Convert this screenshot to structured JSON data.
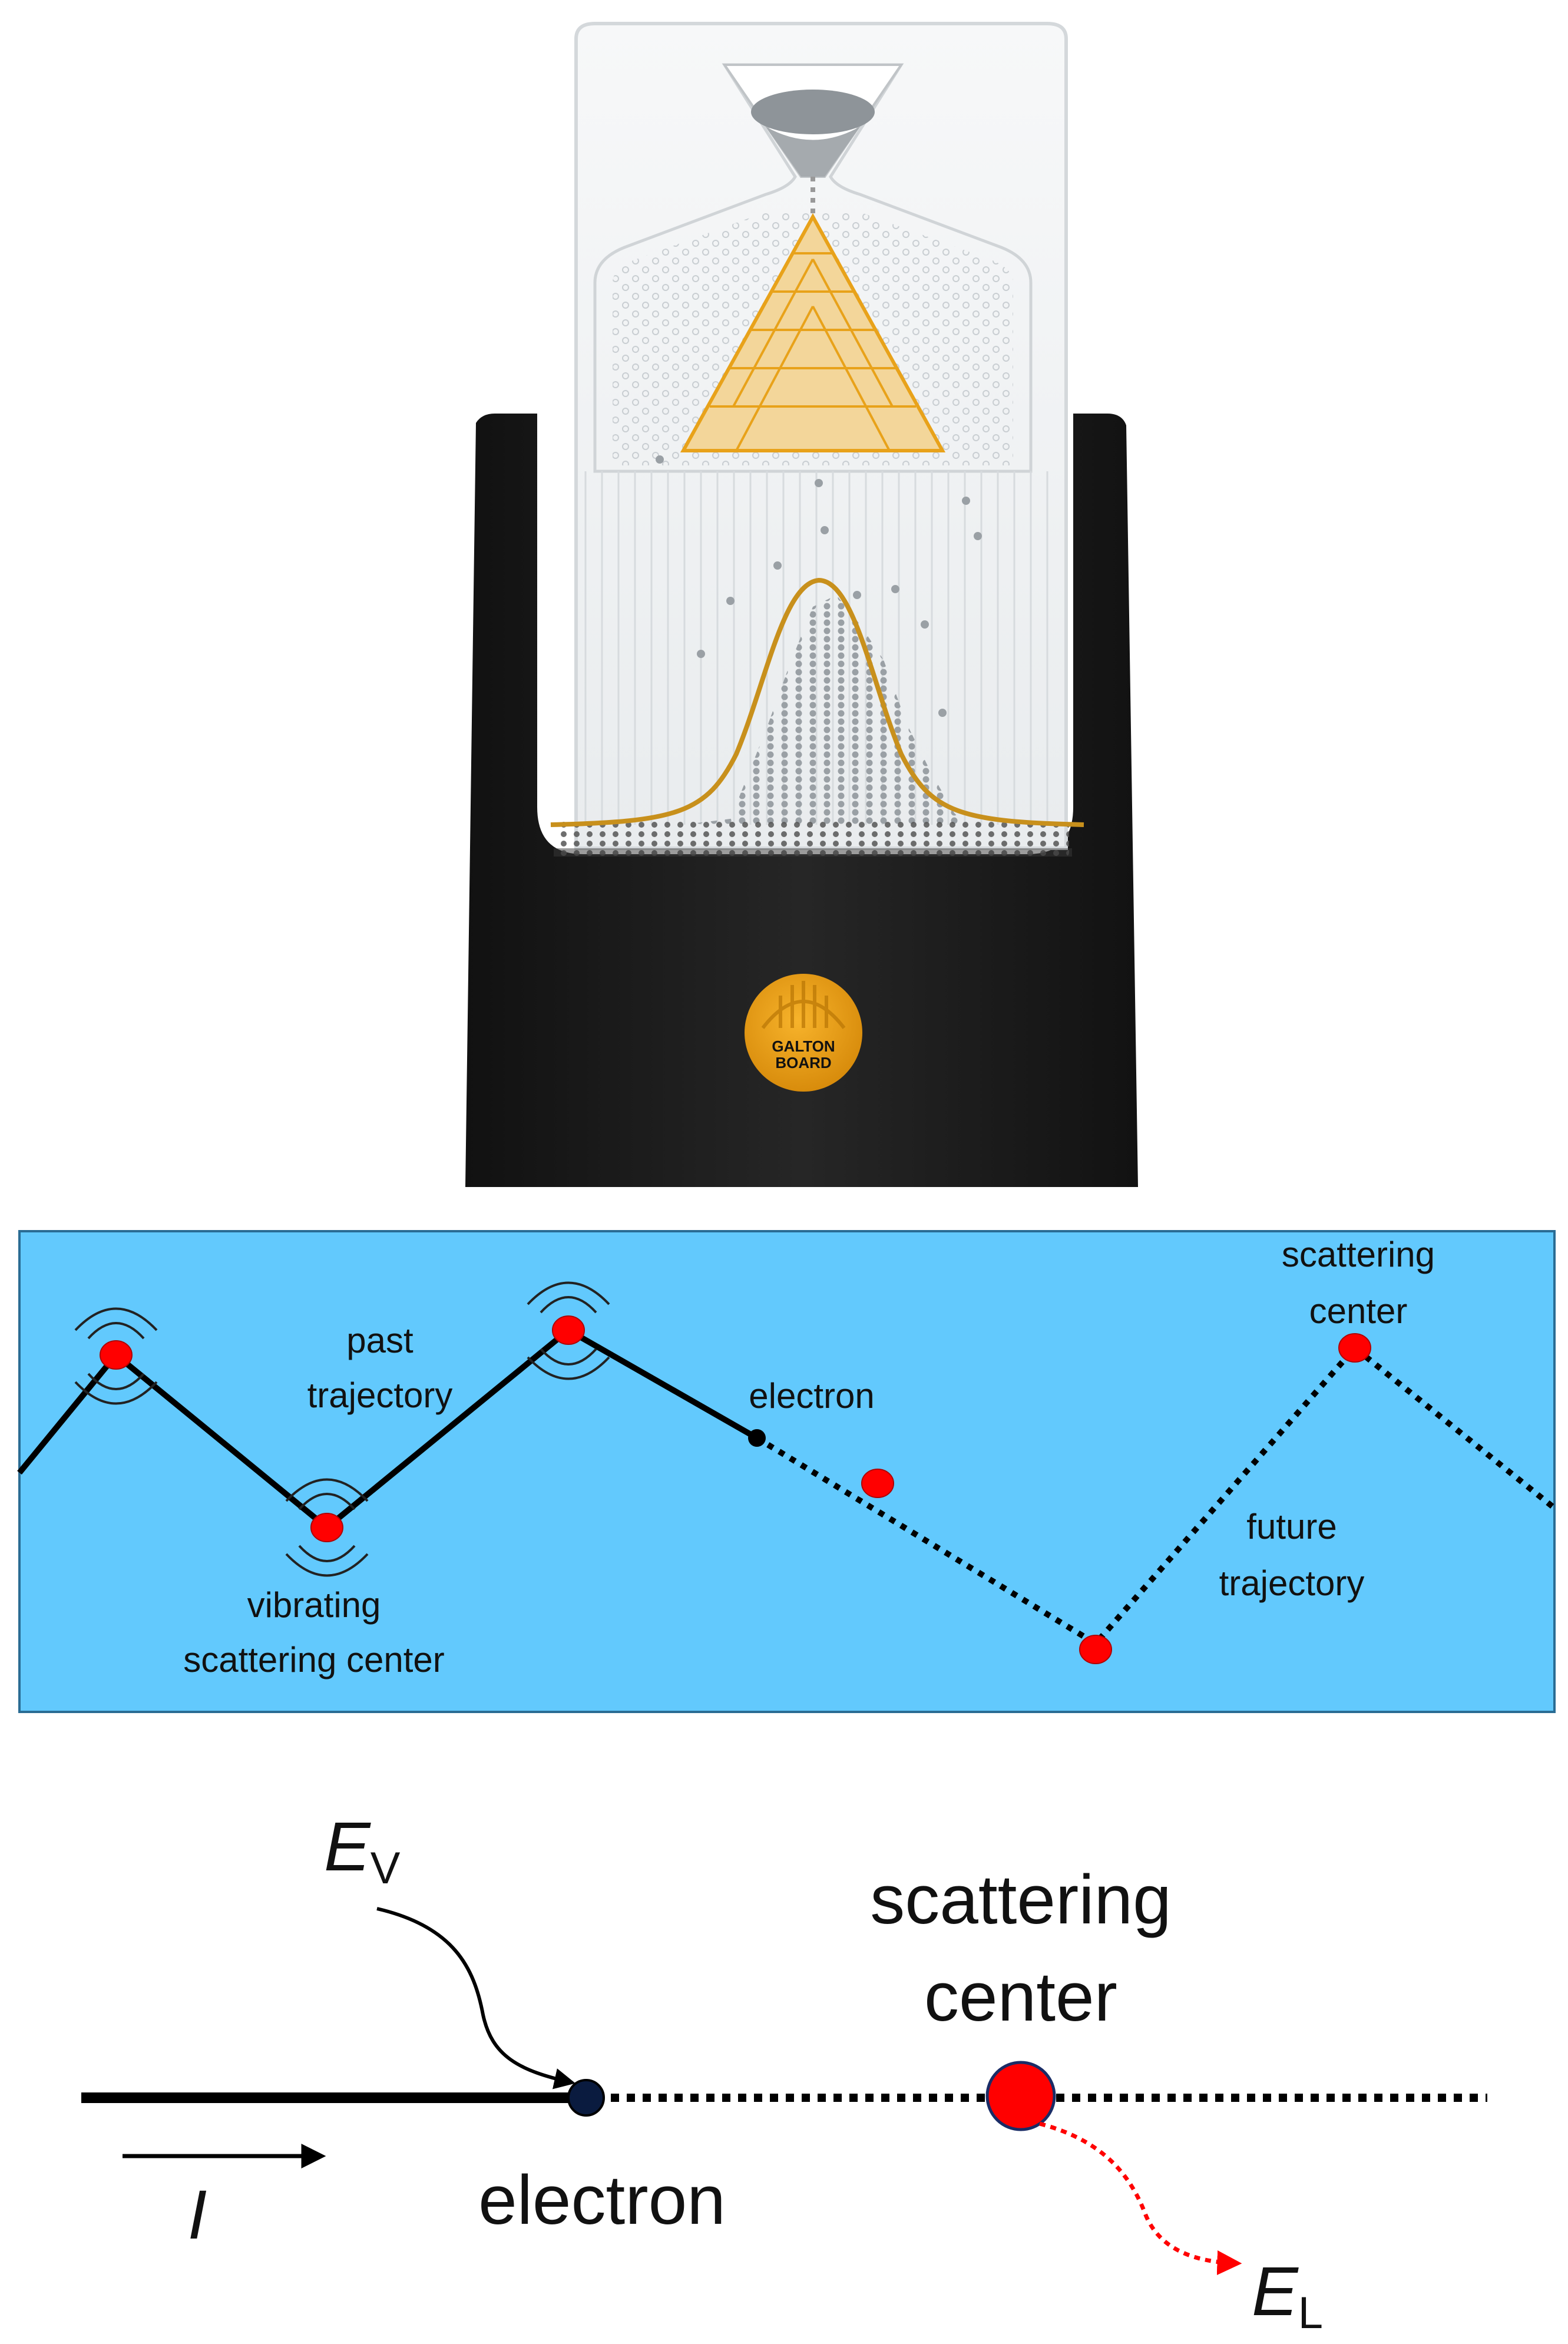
{
  "colors": {
    "panel_bg": "#62c9fd",
    "scatter_red": "#ff0000",
    "device_black": "#1c1c1c",
    "gold": "#e8a21a",
    "curve": "#c8901c",
    "arrow_red": "#ff0000",
    "line": "#000000"
  },
  "galton_board": {
    "badge_text": [
      "GALTON",
      "BOARD"
    ],
    "icons": [
      "galton-board-device",
      "normal-distribution-curve",
      "hexagon-peg-triangle",
      "ball-funnel"
    ]
  },
  "panel": {
    "labels": {
      "past_trajectory": [
        "past",
        "trajectory"
      ],
      "electron": "electron",
      "scattering_center": [
        "scattering",
        "center"
      ],
      "future_trajectory": [
        "future",
        "trajectory"
      ],
      "vibrating_center": [
        "vibrating",
        "scattering center"
      ]
    }
  },
  "bottom": {
    "ev_main": "E",
    "ev_sub": "V",
    "el_main": "E",
    "el_sub": "L",
    "current": "I",
    "scattering_center": [
      "scattering",
      "center"
    ],
    "electron": "electron"
  }
}
